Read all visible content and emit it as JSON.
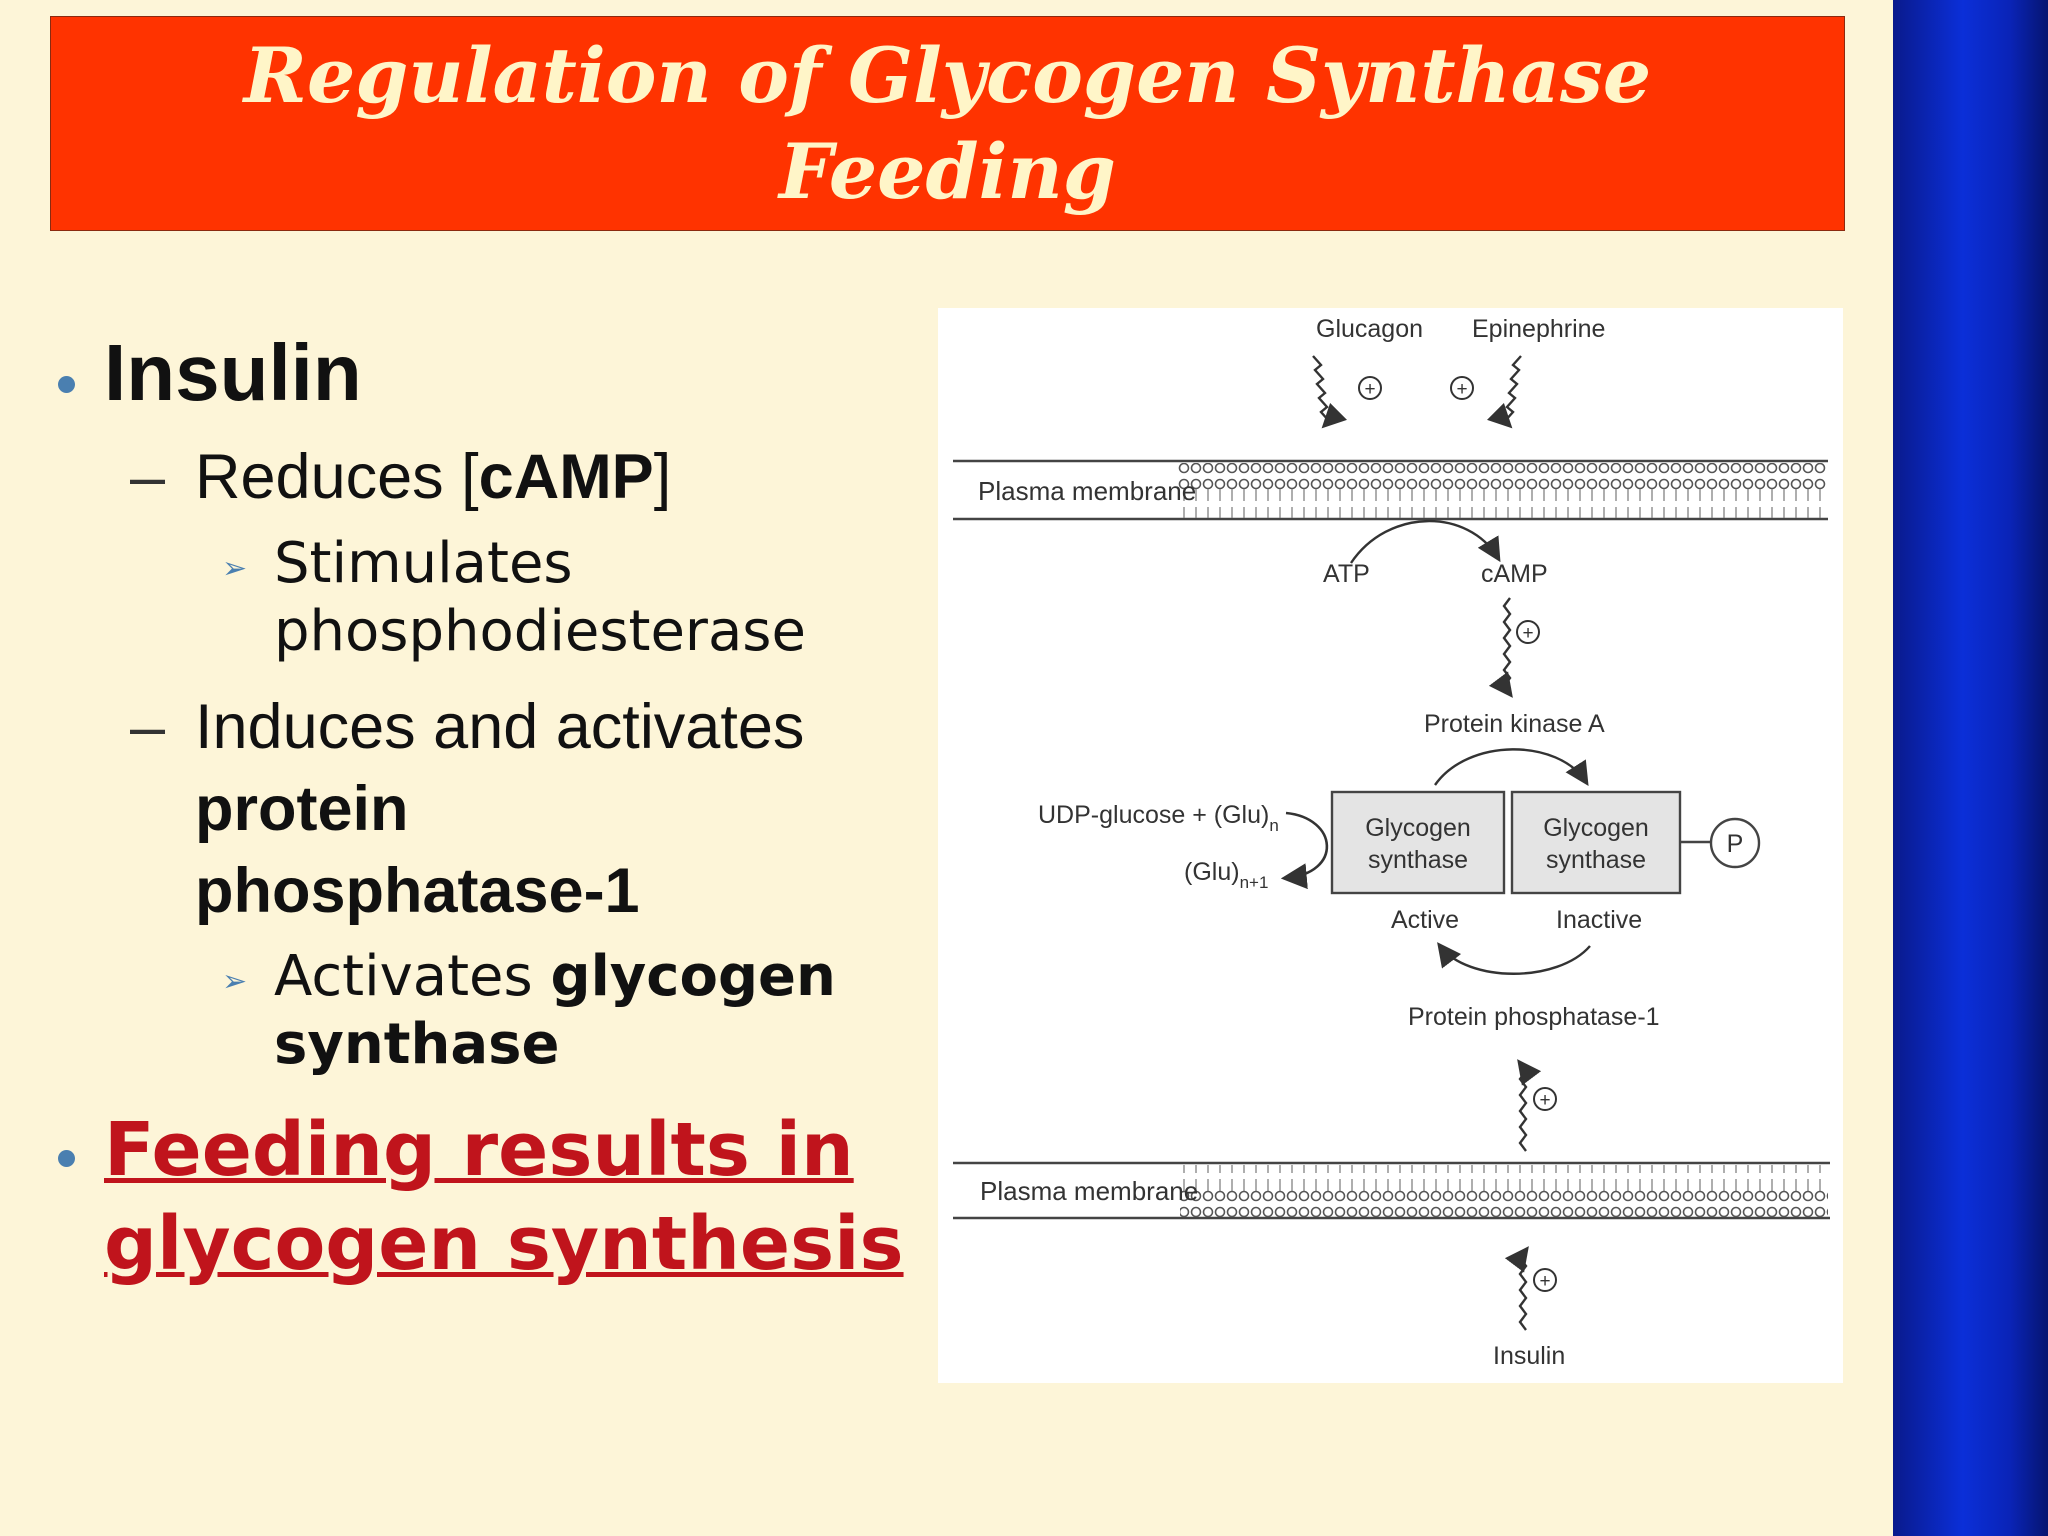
{
  "title": {
    "line1": "Regulation of Glycogen Synthase",
    "line2": "Feeding"
  },
  "bullets": {
    "insulin": "Insulin",
    "reduces_prefix": "Reduces [",
    "reduces_bold": "cAMP",
    "reduces_suffix": "]",
    "stimulates_line1": "Stimulates",
    "stimulates_line2": "phosphodiesterase",
    "induces_line1": "Induces and activates",
    "induces_line2": "protein",
    "induces_line3": "phosphatase-1",
    "activates_prefix": "Activates ",
    "activates_bold1": "glycogen",
    "activates_bold2": "synthase",
    "feeding_line1": "Feeding results in",
    "feeding_line2": "glycogen synthesis"
  },
  "diagram": {
    "glucagon": "Glucagon",
    "epinephrine": "Epinephrine",
    "plasma_membrane_top": "Plasma membrane",
    "atp": "ATP",
    "camp": "cAMP",
    "protein_kinase_a": "Protein kinase A",
    "udp_glucose": "UDP-glucose + (Glu)",
    "udp_sub": "n",
    "glu_n1": "(Glu)",
    "glu_n1_sub": "n+1",
    "gs_active_line1": "Glycogen",
    "gs_active_line2": "synthase",
    "gs_inactive_line1": "Glycogen",
    "gs_inactive_line2": "synthase",
    "phospho": "P",
    "active": "Active",
    "inactive": "Inactive",
    "protein_phosphatase_1": "Protein phosphatase-1",
    "plasma_membrane_bottom": "Plasma membrane",
    "insulin": "Insulin",
    "plus": "+"
  },
  "colors": {
    "title_bg": "#ff3300",
    "title_text": "#fff5c8",
    "background": "#fdf5d8",
    "feeding_text": "#c0141c",
    "bullet": "#4a7fb0",
    "side_bar": "#0b2fd8"
  }
}
